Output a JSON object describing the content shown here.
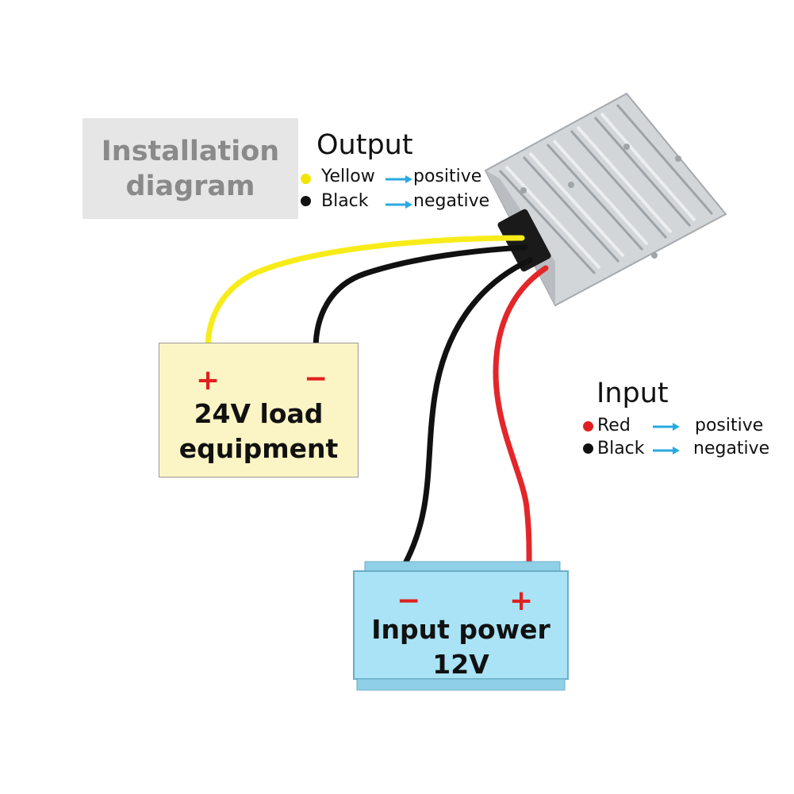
{
  "title": "Installation\ndiagram",
  "output_legend": {
    "heading": "Output",
    "items": [
      {
        "color_name": "Yellow",
        "meaning": "positive",
        "dot_color": "#f2e600"
      },
      {
        "color_name": "Black",
        "meaning": "negative",
        "dot_color": "#111111"
      }
    ]
  },
  "input_legend": {
    "heading": "Input",
    "items": [
      {
        "color_name": "Red",
        "meaning": "positive",
        "dot_color": "#e02020"
      },
      {
        "color_name": "Black",
        "meaning": "negative",
        "dot_color": "#111111"
      }
    ]
  },
  "load": {
    "label": "24V load\nequipment",
    "plus": "+",
    "minus": "−"
  },
  "power": {
    "label": "Input power\n12V",
    "plus": "+",
    "minus": "−"
  },
  "colors": {
    "wire_yellow": "#f7ec1a",
    "wire_black": "#111111",
    "wire_red": "#e3262a",
    "arrow": "#29a9e1",
    "load_fill": "#fbf4c4",
    "battery_fill": "#a9e3f5",
    "title_bg": "#e6e6e6",
    "converter_body": "#c9cdd0"
  }
}
